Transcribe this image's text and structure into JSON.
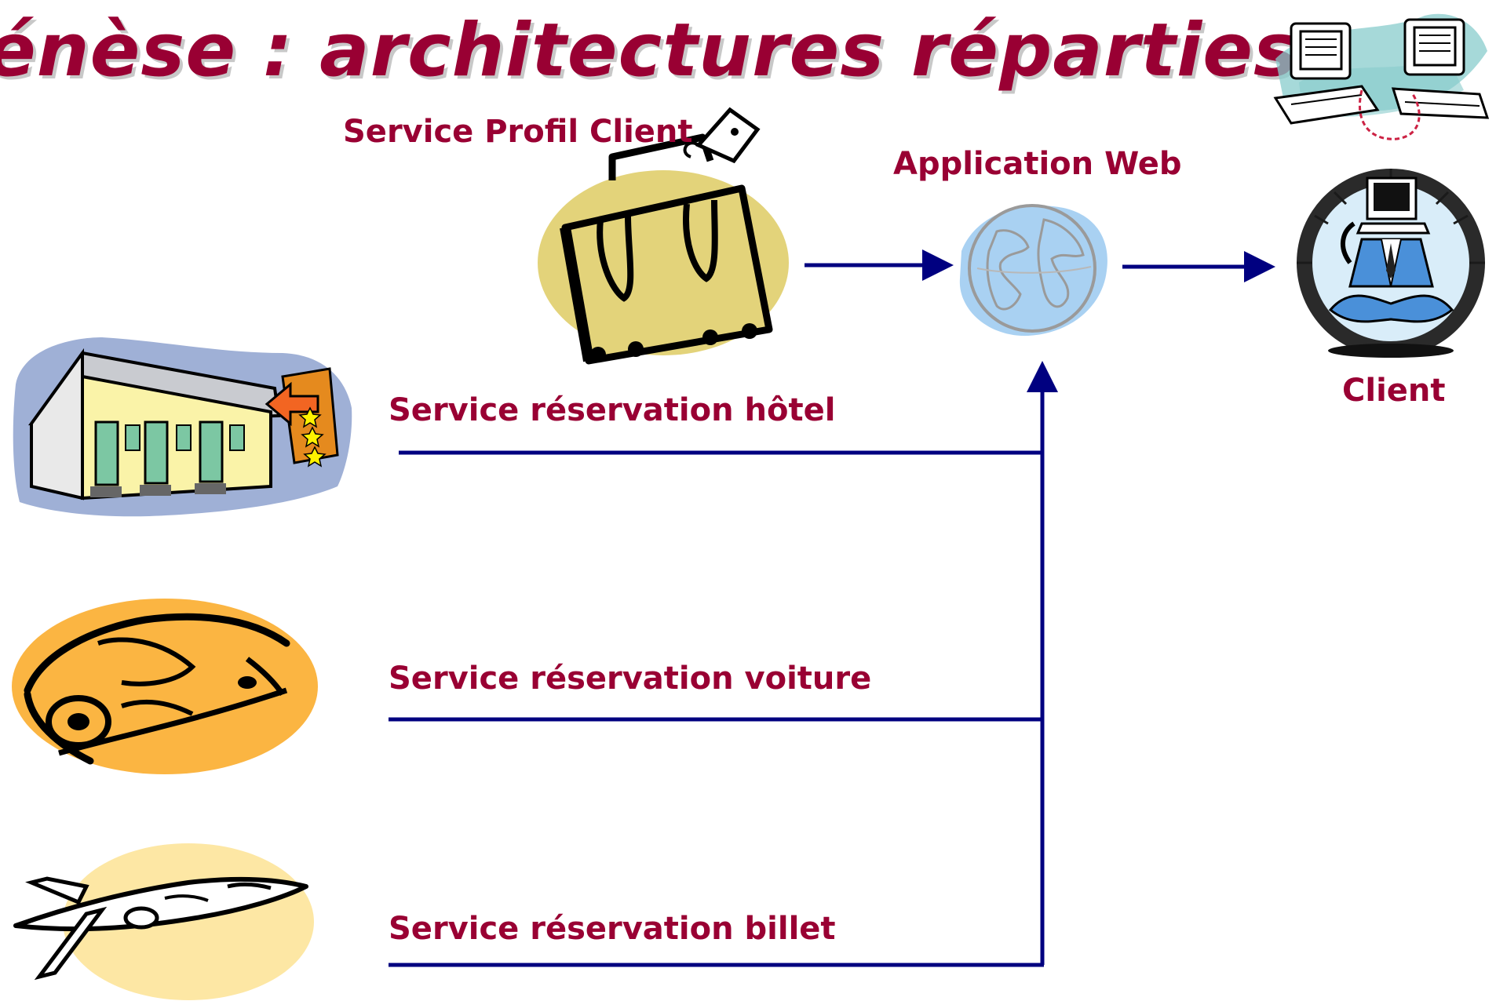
{
  "slide": {
    "title": "énèse : architectures réparties"
  },
  "nodes": {
    "profil_client": "Service Profil Client",
    "application_web": "Application Web",
    "client": "Client",
    "reservation_hotel": "Service réservation hôtel",
    "reservation_voiture": "Service réservation voiture",
    "reservation_billet": "Service réservation billet"
  },
  "colors": {
    "text": "#990033",
    "connector": "#000080"
  }
}
